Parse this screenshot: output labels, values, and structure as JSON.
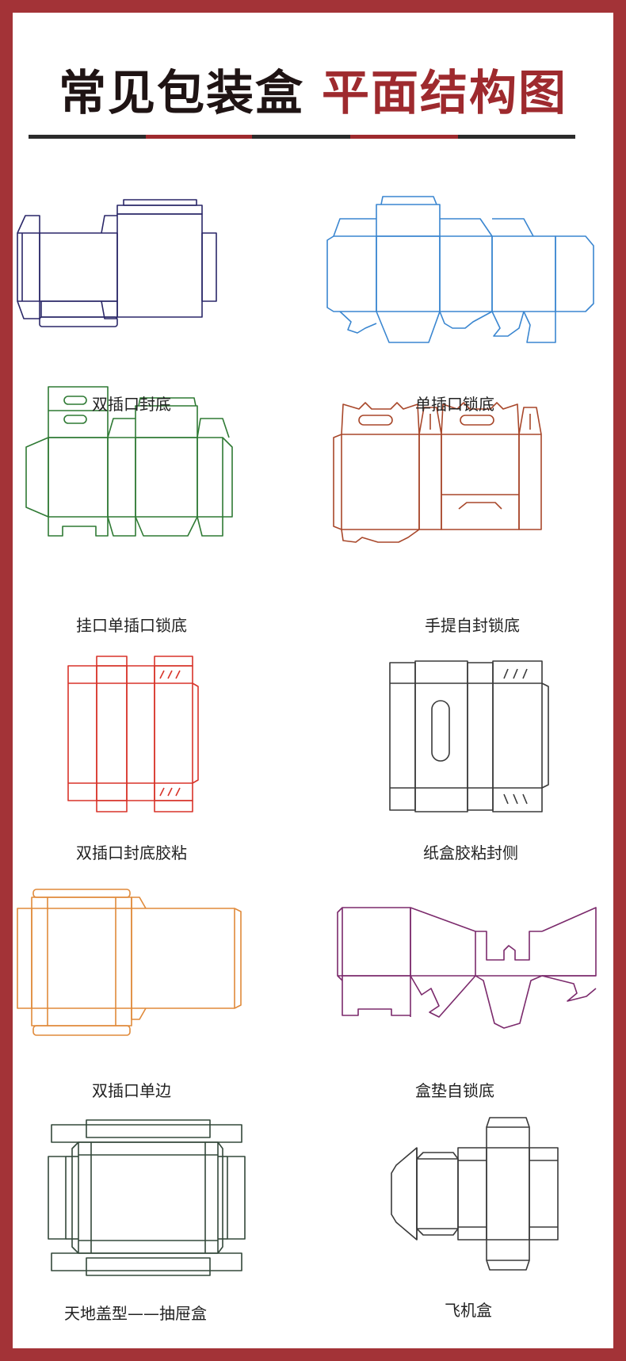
{
  "header": {
    "title_dark": "常见包装盒",
    "title_red": "平面结构图"
  },
  "colors": {
    "frame": "#a33337",
    "title_dark": "#1f1414",
    "title_red": "#9e2a2e",
    "divider_dark": "#2b2b2b",
    "divider_red": "#9e2a2e"
  },
  "diagrams": [
    {
      "label": "双插口封底",
      "color": "#2a2768"
    },
    {
      "label": "单插口锁底",
      "color": "#3a86d0"
    },
    {
      "label": "挂口单插口锁底",
      "color": "#2f7a34"
    },
    {
      "label": "手提自封锁底",
      "color": "#a8472a"
    },
    {
      "label": "双插口封底胶粘",
      "color": "#d8342a"
    },
    {
      "label": "纸盒胶粘封侧",
      "color": "#3a3a3a"
    },
    {
      "label": "双插口单边",
      "color": "#e08a3a"
    },
    {
      "label": "盒垫自锁底",
      "color": "#7b2a6c"
    },
    {
      "label": "天地盖型——抽屉盒",
      "color": "#33483a"
    },
    {
      "label": "飞机盒",
      "color": "#3a3a3a"
    }
  ]
}
